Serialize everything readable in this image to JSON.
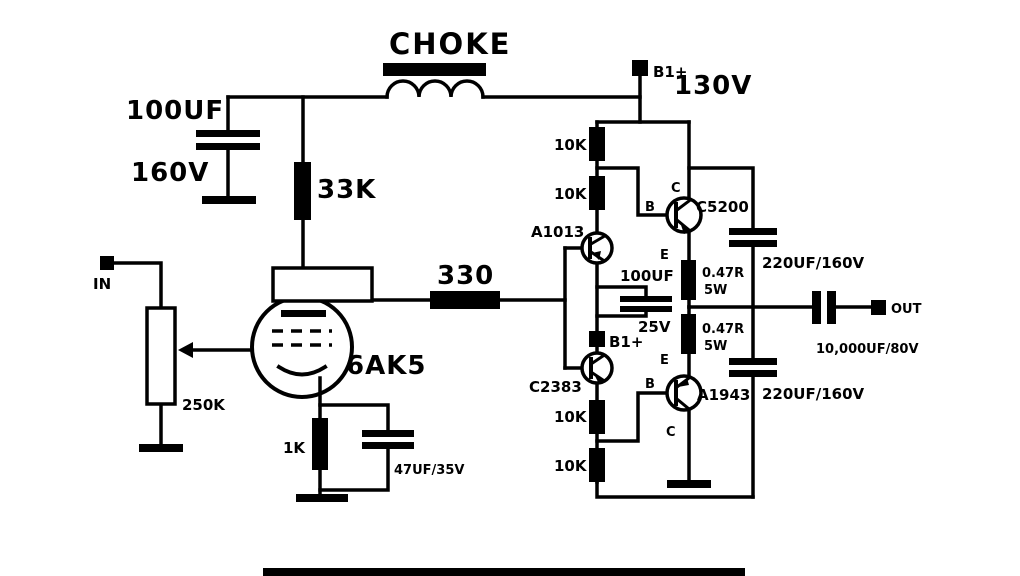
{
  "schematic": {
    "power": {
      "choke": "CHOKE",
      "b1_terminal": "B1+",
      "b1_voltage": "130V",
      "filter_cap": "100UF",
      "filter_cap_voltage": "160V",
      "b1_mid_terminal": "B1+"
    },
    "input": {
      "terminal": "IN",
      "volume_pot": "250K"
    },
    "tube_stage": {
      "tube": "6AK5",
      "plate_resistor": "33K",
      "series_resistor": "330",
      "cathode_resistor": "1K",
      "cathode_cap": "47UF/35V"
    },
    "output_stage": {
      "bias_resistors": [
        "10K",
        "10K",
        "10K",
        "10K"
      ],
      "driver_top": "A1013",
      "driver_bottom": "C2383",
      "power_top": "C5200",
      "power_bottom": "A1943",
      "pins": {
        "base": "B",
        "collector": "C",
        "emitter": "E"
      },
      "coupling_cap": "100UF",
      "coupling_cap_voltage": "25V",
      "emitter_resistor": "0.47R",
      "emitter_resistor_power": "5W",
      "rail_cap_top": "220UF/160V",
      "rail_cap_bottom": "220UF/160V",
      "output_cap": "10,000UF/80V",
      "output_terminal": "OUT"
    },
    "colors": {
      "ink": "#000000",
      "paper": "#ffffff"
    }
  }
}
